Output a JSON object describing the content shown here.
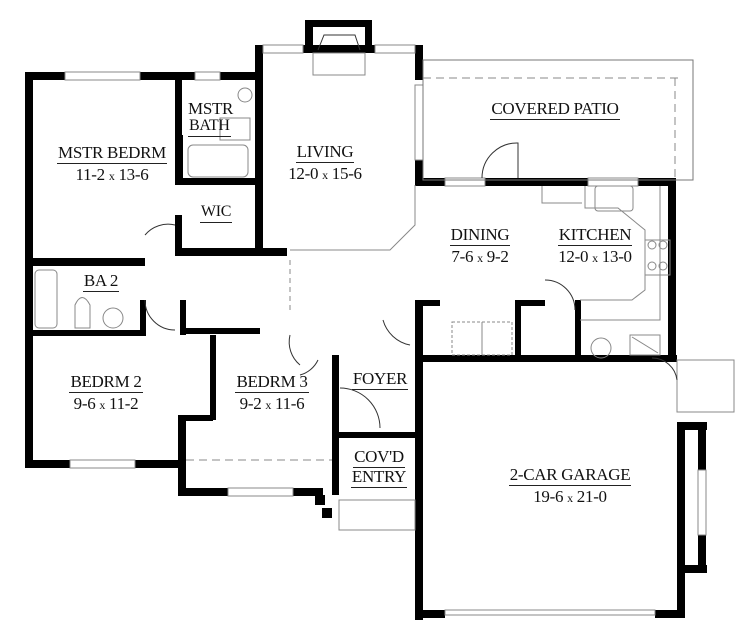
{
  "plan": {
    "rooms": [
      {
        "id": "master-bedroom",
        "name": "MSTR BEDRM",
        "width": "11-2",
        "depth": "13-6"
      },
      {
        "id": "master-bath",
        "name_line1": "MSTR",
        "name_line2": "BATH"
      },
      {
        "id": "walk-in-closet",
        "name": "WIC"
      },
      {
        "id": "living",
        "name": "LIVING",
        "width": "12-0",
        "depth": "15-6"
      },
      {
        "id": "covered-patio",
        "name": "COVERED PATIO"
      },
      {
        "id": "dining",
        "name": "DINING",
        "width": "7-6",
        "depth": "9-2"
      },
      {
        "id": "kitchen",
        "name": "KITCHEN",
        "width": "12-0",
        "depth": "13-0"
      },
      {
        "id": "bath-2",
        "name": "BA 2"
      },
      {
        "id": "bedroom-2",
        "name": "BEDRM 2",
        "width": "9-6",
        "depth": "11-2"
      },
      {
        "id": "bedroom-3",
        "name": "BEDRM 3",
        "width": "9-2",
        "depth": "11-6"
      },
      {
        "id": "foyer",
        "name": "FOYER"
      },
      {
        "id": "covered-entry",
        "name_line1": "COV'D",
        "name_line2": "ENTRY"
      },
      {
        "id": "garage",
        "name": "2-CAR GARAGE",
        "width": "19-6",
        "depth": "21-0"
      }
    ],
    "dimension_separator": "x"
  }
}
